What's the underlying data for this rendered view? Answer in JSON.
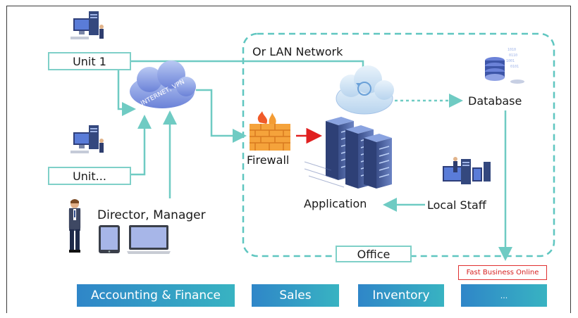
{
  "labels": {
    "unit1": "Unit 1",
    "unit_more": "Unit...",
    "director": "Director, Manager",
    "lan": "Or LAN Network",
    "firewall": "Firewall",
    "application": "Application",
    "database": "Database",
    "local_staff": "Local Staff",
    "office": "Office",
    "vpn": "INTERNET, VPN",
    "fast_business": "Fast Business Online"
  },
  "modules": [
    "Accounting & Finance",
    "Sales",
    "Inventory",
    "..."
  ],
  "colors": {
    "connector": "#6fcbc3",
    "firewall_arrow": "#e02020",
    "office_border": "#5fc6c0",
    "module_start": "#2f86c8",
    "module_end": "#38b3c2",
    "badge": "#e03030"
  },
  "icons": [
    "workstation-icon",
    "cloud-vpn-icon",
    "firewall-icon",
    "server-rack-icon",
    "cloud-sync-icon",
    "database-icon",
    "person-icon",
    "tablet-icon",
    "laptop-icon"
  ]
}
